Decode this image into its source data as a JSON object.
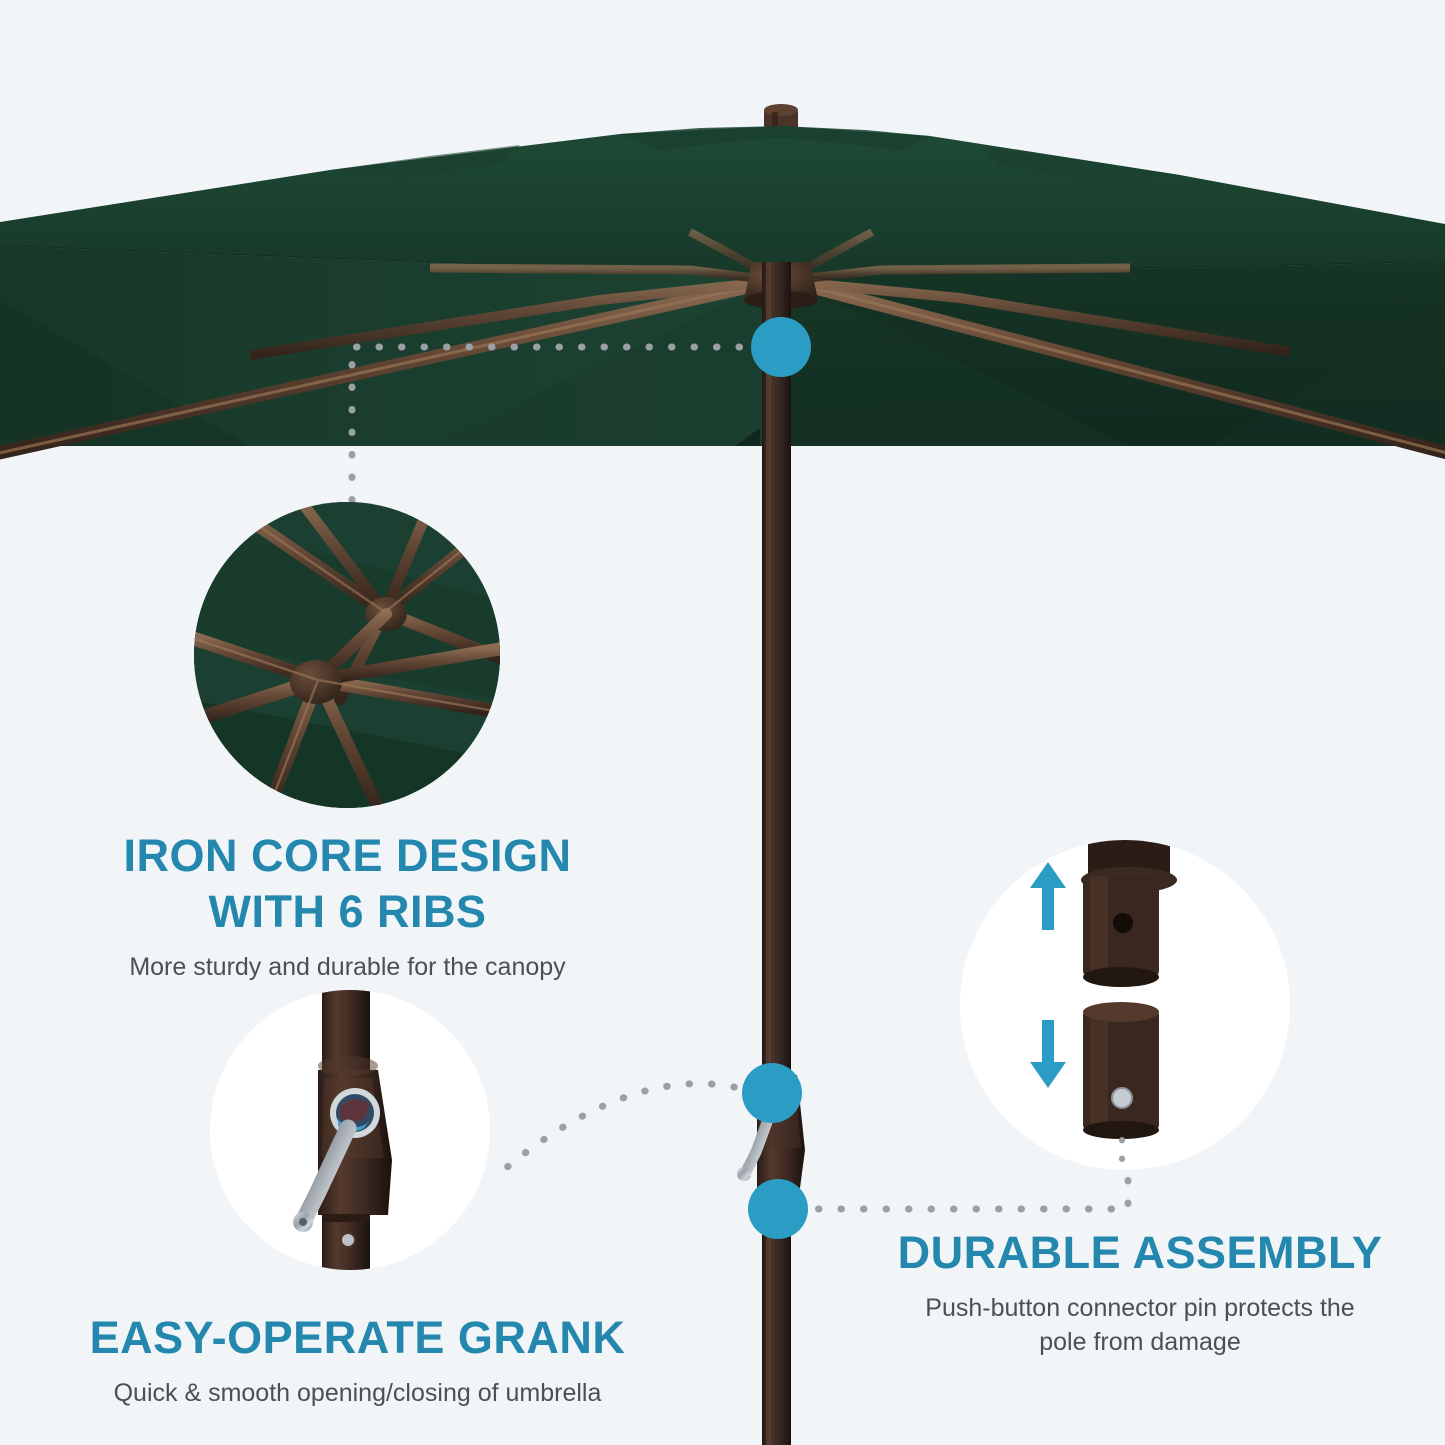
{
  "page": {
    "background_color": "#f1f5f8",
    "accent_color": "#2487ad",
    "marker_color": "#2b9cc4",
    "canopy_color": "#1d4333",
    "pole_color": "#3a2a24",
    "body_text_color": "#4d4f52",
    "leader_line_color": "#9aa0a4"
  },
  "product": {
    "name": "outdoor patio market umbrella",
    "canopy_shape": "rectangular",
    "canopy_color_name": "dark green"
  },
  "features": [
    {
      "id": "iron-core",
      "heading": "IRON CORE DESIGN\nWITH 6 RIBS",
      "description": "More sturdy and durable for the canopy",
      "callout_icon": "umbrella-rib-hub-photo",
      "marker_label": "canopy-hub-marker"
    },
    {
      "id": "easy-crank",
      "heading": "EASY-OPERATE GRANK",
      "description": "Quick & smooth opening/closing of umbrella",
      "callout_icon": "crank-handle-photo",
      "marker_label": "crank-marker"
    },
    {
      "id": "durable-assembly",
      "heading": "DURABLE ASSEMBLY",
      "description": "Push-button connector pin protects the\npole from damage",
      "callout_icon": "pole-connector-photo",
      "marker_label": "connector-marker",
      "arrows": [
        "arrow-up-icon",
        "arrow-down-icon"
      ]
    }
  ]
}
